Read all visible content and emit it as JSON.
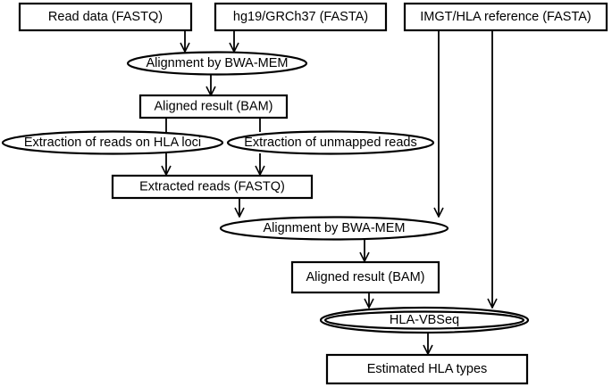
{
  "nodes": {
    "read_data": "Read data (FASTQ)",
    "hg19": "hg19/GRCh37 (FASTA)",
    "imgt": "IMGT/HLA reference (FASTA)",
    "align1": "Alignment by BWA-MEM",
    "aligned1": "Aligned result (BAM)",
    "extract_hla": "Extraction of reads on HLA loci",
    "extract_unmapped": "Extraction of unmapped reads",
    "extracted": "Extracted reads (FASTQ)",
    "align2": "Alignment by BWA-MEM",
    "aligned2": "Aligned result (BAM)",
    "hla_vbseq": "HLA-VBSeq",
    "estimated": "Estimated HLA types"
  }
}
